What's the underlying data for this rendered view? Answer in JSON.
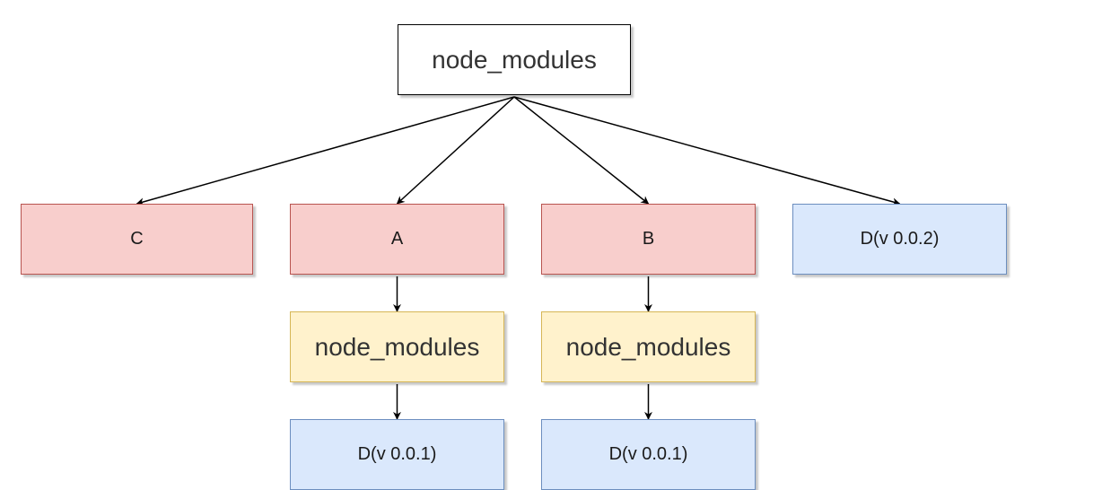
{
  "diagram": {
    "nodes": {
      "root": {
        "label": "node_modules",
        "kind": "folder"
      },
      "c": {
        "label": "C",
        "kind": "package"
      },
      "a": {
        "label": "A",
        "kind": "package"
      },
      "b": {
        "label": "B",
        "kind": "package"
      },
      "d_top": {
        "label": "D(v 0.0.2)",
        "kind": "version"
      },
      "a_nm": {
        "label": "node_modules",
        "kind": "nested_folder"
      },
      "b_nm": {
        "label": "node_modules",
        "kind": "nested_folder"
      },
      "a_d": {
        "label": "D(v 0.0.1)",
        "kind": "version"
      },
      "b_d": {
        "label": "D(v 0.0.1)",
        "kind": "version"
      }
    },
    "edges": [
      [
        "root",
        "c"
      ],
      [
        "root",
        "a"
      ],
      [
        "root",
        "b"
      ],
      [
        "root",
        "d_top"
      ],
      [
        "a",
        "a_nm"
      ],
      [
        "a_nm",
        "a_d"
      ],
      [
        "b",
        "b_nm"
      ],
      [
        "b_nm",
        "b_d"
      ]
    ],
    "colors": {
      "folder_fill": "#ffffff",
      "folder_stroke": "#000000",
      "package_fill": "#f8cecc",
      "package_stroke": "#b85450",
      "nested_folder_fill": "#fff2cc",
      "nested_folder_stroke": "#d6b656",
      "version_fill": "#dae8fc",
      "version_stroke": "#6c8ebf",
      "edge": "#000000"
    }
  }
}
